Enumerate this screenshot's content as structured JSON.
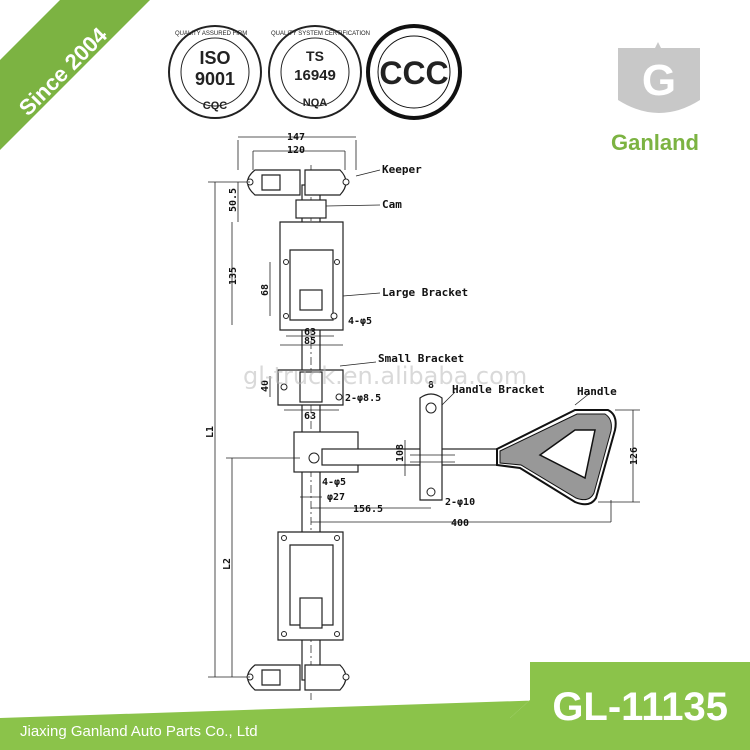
{
  "banner": {
    "since": "Since 2004"
  },
  "certifications": [
    {
      "title": "ISO",
      "number": "9001",
      "footer": "CQC",
      "ring_text": "QUALITY ASSURED FIRM"
    },
    {
      "title": "TS",
      "number": "16949",
      "footer": "NQA",
      "ring_text": "QUALITY SYSTEM CERTIFICATION"
    },
    {
      "title": "CCC"
    }
  ],
  "logo": {
    "brand": "Ganland"
  },
  "watermark": "gl-truck.en.alibaba.com",
  "parts": {
    "keeper": "Keeper",
    "cam": "Cam",
    "large_bracket": "Large Bracket",
    "small_bracket": "Small Bracket",
    "handle_bracket": "Handle Bracket",
    "handle": "Handle"
  },
  "dimensions": {
    "d147": "147",
    "d120": "120",
    "d50_5": "50.5",
    "d135": "135",
    "d68": "68",
    "d63_top": "63",
    "d85": "85",
    "hole_4_phi5_top": "4-φ5",
    "d40": "40",
    "hole_2_phi8_5": "2-φ8.5",
    "d63_mid": "63",
    "L1": "L1",
    "L2": "L2",
    "hole_4_phi5_mid": "4-φ5",
    "phi27": "φ27",
    "d156_5": "156.5",
    "d400": "400",
    "d108": "108",
    "hole_2_phi10": "2-φ10",
    "d126": "126",
    "d8": "8"
  },
  "footer": {
    "model": "GL-11135",
    "company": "Jiaxing Ganland Auto Parts Co., Ltd"
  },
  "colors": {
    "banner_green": "#7cb342",
    "footer_green": "#8bc34a",
    "logo_gray": "#c8c8c8"
  }
}
